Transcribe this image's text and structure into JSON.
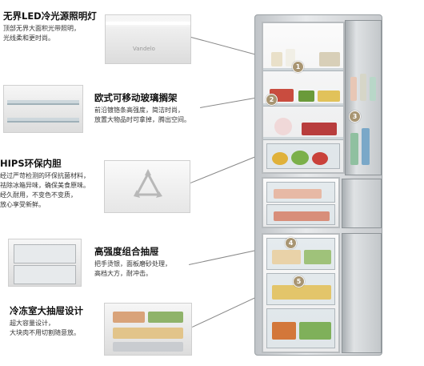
{
  "features": [
    {
      "number": "1",
      "title": "无界LED冷光源照明灯",
      "lines": [
        "顶部无界大面积光带照明，",
        "光线柔和更时尚。"
      ],
      "thumb_text": "Vandelo"
    },
    {
      "number": "2",
      "title": "欧式可移动玻璃搁架",
      "lines": [
        "前沿镀铬条高强度，简洁时尚，",
        "放置大物品时可拿掉，腾出空间。"
      ]
    },
    {
      "number": "3",
      "title": "HIPS环保内胆",
      "lines": [
        "经过严苛检测的环保抗菌材料，",
        "祛除冰箱异味，确保美食原味。",
        "经久耐用，不变色不变质，",
        "放心享受新鲜。"
      ]
    },
    {
      "number": "4",
      "title": "高强度组合抽屉",
      "lines": [
        "把手烫银，面板磨砂处理，",
        "高档大方，耐冲击。"
      ]
    },
    {
      "number": "5",
      "title": "冷冻室大抽屉设计",
      "lines": [
        "超大容量设计，",
        "大块肉不用切割随意放。"
      ]
    }
  ],
  "colors": {
    "badge": "#a89572",
    "leader": "#888888"
  }
}
